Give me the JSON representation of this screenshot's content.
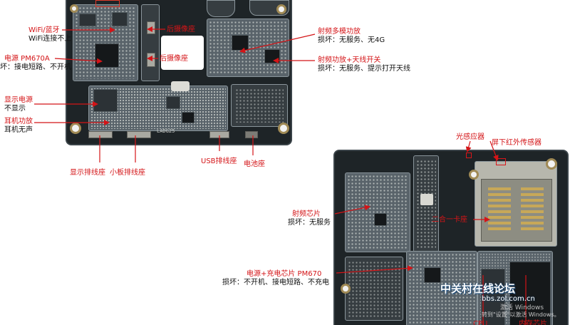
{
  "labels": {
    "wifi_title": "WiFi/蓝牙",
    "wifi_desc": "WiFi连接不上",
    "rear_camera_1": "后摄像座",
    "rear_camera_2": "后摄像座",
    "rf_pa_title": "射频多模功放",
    "rf_pa_desc": "损坏：无服务、无4G",
    "pmic_title": "电源 PM670A",
    "pmic_desc": "坏：接电短路、不开机",
    "rf_switch_title": "射频功放+天线开关",
    "rf_switch_desc": "损坏：无服务、提示打开天线",
    "display_power_title": "显示电源",
    "display_power_desc": "不显示",
    "earphone_amp_title": "耳机功放",
    "earphone_amp_desc": "耳机无声",
    "display_connector": "显示排线座",
    "subboard_connector": "小板排线座",
    "usb_connector": "USB排线座",
    "battery_connector": "电池座",
    "light_sensor": "光感应器",
    "ir_sensor": "屏下红外传感器",
    "rf_chip_title": "射频芯片",
    "rf_chip_desc": "损坏：无服务",
    "sim_slot": "二合一卡座",
    "charge_pmic_title": "电源+充电芯片 PM670",
    "charge_pmic_desc": "损坏：不开机、接电短路、不充电",
    "cpu": "CPU",
    "memory": "内存芯片",
    "board_marking": "LADG25"
  },
  "watermark": {
    "site_name": "中关村在线论坛",
    "site_url": "bbs.zol.com.cn",
    "windows_line1": "激活 Windows",
    "windows_line2": "转到\"设置\"以激活 Windows。"
  },
  "colors": {
    "label_red": "#d41417",
    "label_black": "#111111",
    "board": "#1e2427",
    "shield": "#59636a"
  }
}
